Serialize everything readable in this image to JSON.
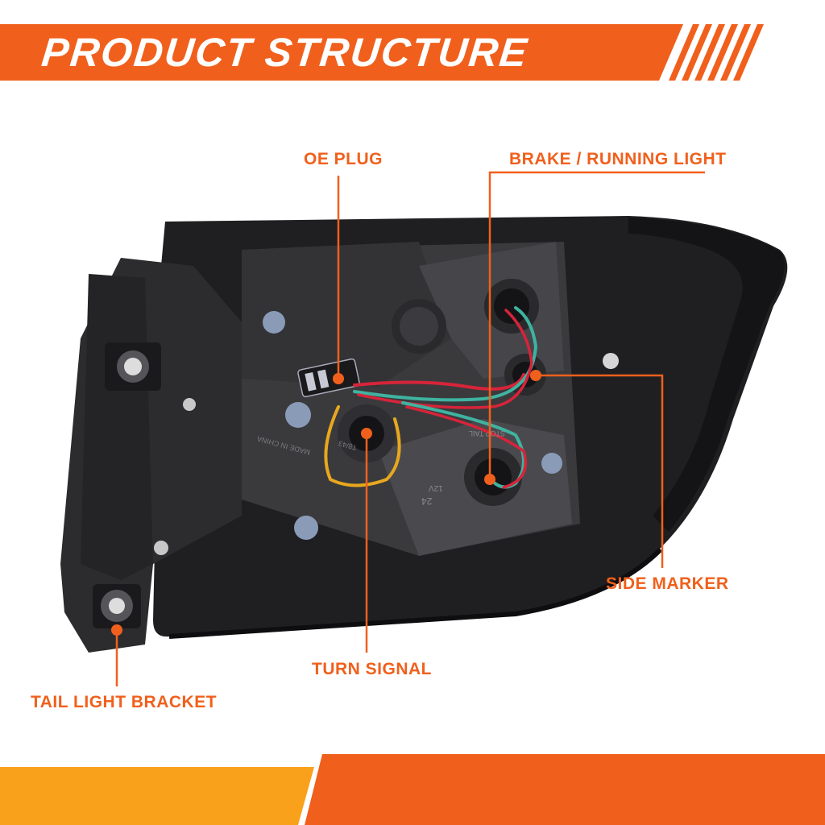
{
  "title": "PRODUCT STRUCTURE",
  "callouts": {
    "oe_plug": "OE PLUG",
    "brake_running_light": "BRAKE / RUNNING LIGHT",
    "side_marker": "SIDE MARKER",
    "turn_signal": "TURN SIGNAL",
    "tail_light_bracket": "TAIL LIGHT BRACKET"
  },
  "product_markings": {
    "made_in": "MADE IN CHINA",
    "socket_label": "T8/43",
    "stop_tail": "STOP TAIL",
    "voltage": "12V",
    "rating": "24"
  },
  "colors": {
    "accent": "#f0601c",
    "accent_light": "#f9a11b",
    "housing": "#2b2b2d",
    "wire_red": "#d6243a",
    "wire_teal": "#3fb3a0",
    "wire_yellow": "#e8a81e"
  }
}
